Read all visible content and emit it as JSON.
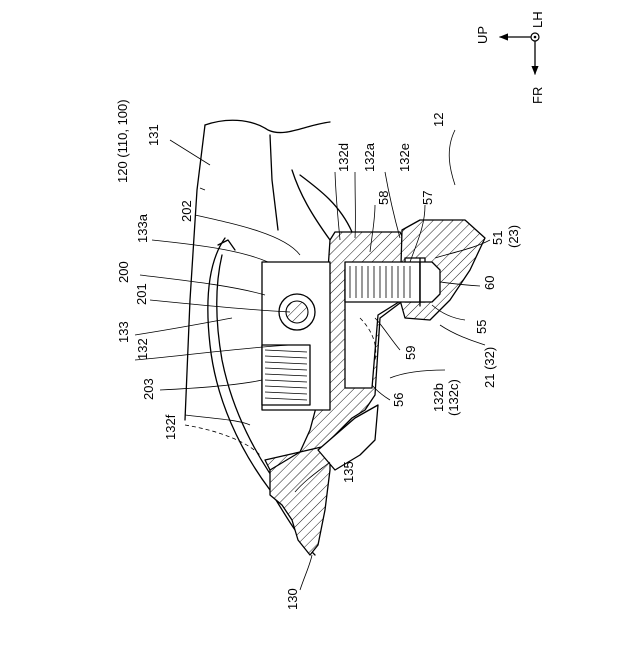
{
  "direction_indicator": {
    "up": "UP",
    "front": "FR",
    "left": "LH"
  },
  "labels": {
    "l120": "120 (110, 100)",
    "l131": "131",
    "l132d": "132d",
    "l132a": "132a",
    "l132e": "132e",
    "l12": "12",
    "l202": "202",
    "l133a": "133a",
    "l58": "58",
    "l57": "57",
    "l51": "51",
    "l23": "(23)",
    "l200": "200",
    "l60": "60",
    "l201": "201",
    "l55": "55",
    "l133": "133",
    "l132": "132",
    "l59": "59",
    "l21": "21 (32)",
    "l203": "203",
    "l56": "56",
    "l132b": "132b",
    "l132c": "(132c)",
    "l132f": "132f",
    "l135": "135",
    "l130": "130"
  }
}
